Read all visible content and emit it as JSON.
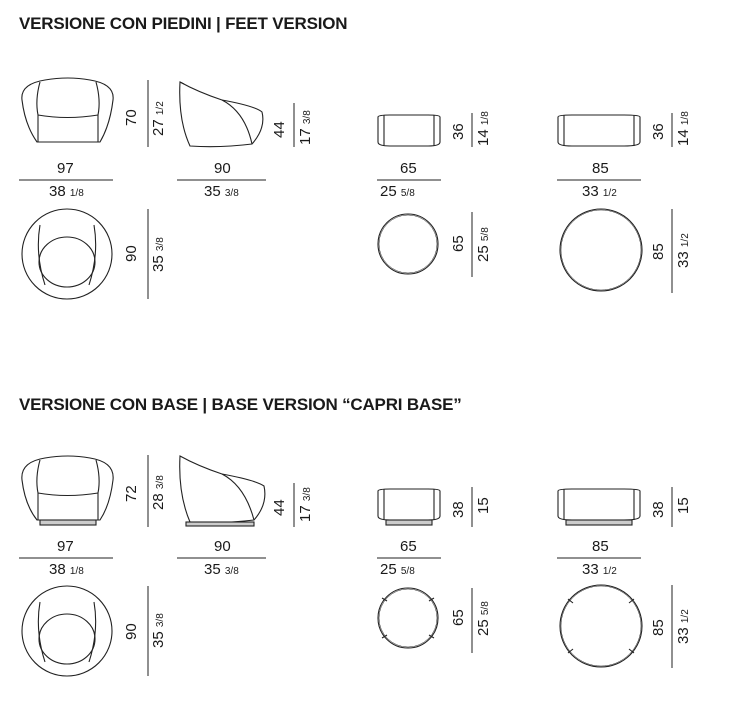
{
  "sections": [
    {
      "title": "VERSIONE CON PIEDINI  |  FEET VERSION",
      "armchair": {
        "width_cm": "97",
        "width_in": "38",
        "width_in_frac": "1/8",
        "height_cm": "70",
        "height_in": "27",
        "height_in_frac": "1/2",
        "depth_cm": "90",
        "depth_in": "35",
        "depth_in_frac": "3/8",
        "seat_cm": "44",
        "seat_in": "17",
        "seat_in_frac": "3/8",
        "top_cm": "90",
        "top_in": "35",
        "top_in_frac": "3/8"
      },
      "pouf_small": {
        "width_cm": "65",
        "width_in": "25",
        "width_in_frac": "5/8",
        "height_cm": "36",
        "height_in": "14",
        "height_in_frac": "1/8",
        "diam_cm": "65",
        "diam_in": "25",
        "diam_in_frac": "5/8"
      },
      "pouf_large": {
        "width_cm": "85",
        "width_in": "33",
        "width_in_frac": "1/2",
        "height_cm": "36",
        "height_in": "14",
        "height_in_frac": "1/8",
        "diam_cm": "85",
        "diam_in": "33",
        "diam_in_frac": "1/2"
      }
    },
    {
      "title": "VERSIONE CON BASE  |  BASE VERSION “CAPRI BASE”",
      "armchair": {
        "width_cm": "97",
        "width_in": "38",
        "width_in_frac": "1/8",
        "height_cm": "72",
        "height_in": "28",
        "height_in_frac": "3/8",
        "depth_cm": "90",
        "depth_in": "35",
        "depth_in_frac": "3/8",
        "seat_cm": "44",
        "seat_in": "17",
        "seat_in_frac": "3/8",
        "top_cm": "90",
        "top_in": "35",
        "top_in_frac": "3/8"
      },
      "pouf_small": {
        "width_cm": "65",
        "width_in": "25",
        "width_in_frac": "5/8",
        "height_cm": "38",
        "height_in": "15",
        "height_in_frac": "",
        "diam_cm": "65",
        "diam_in": "25",
        "diam_in_frac": "5/8"
      },
      "pouf_large": {
        "width_cm": "85",
        "width_in": "33",
        "width_in_frac": "1/2",
        "height_cm": "38",
        "height_in": "15",
        "height_in_frac": "",
        "diam_cm": "85",
        "diam_in": "33",
        "diam_in_frac": "1/2"
      }
    }
  ]
}
